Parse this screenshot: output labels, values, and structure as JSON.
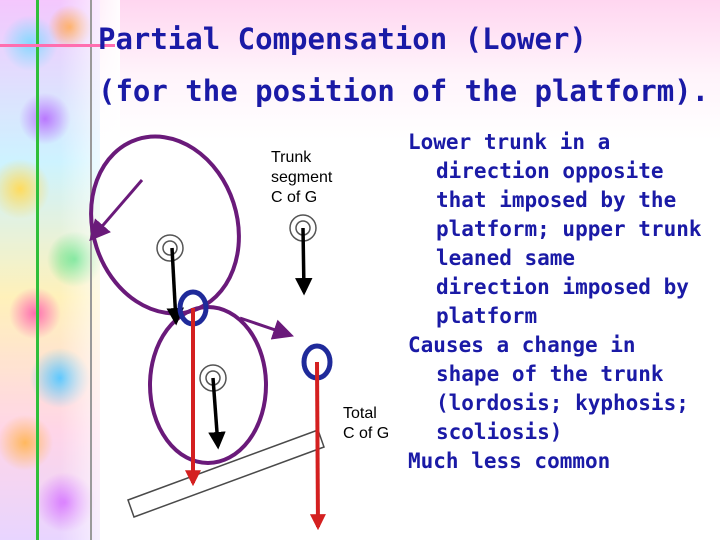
{
  "slide": {
    "title_line1": "Partial Compensation (Lower)",
    "title_line2": "(for the position of the platform).",
    "trunk_label": "Trunk\nsegment\nC of G",
    "total_label": "Total\nC of G",
    "body": [
      "Lower trunk in a\ndirection opposite\nthat imposed by the\nplatform; upper trunk\nleaned same\ndirection imposed by\nplatform",
      "Causes a change in\nshape of the trunk\n(lordosis; kyphosis;\nscoliosis)",
      "Much less common"
    ]
  },
  "colors": {
    "title": "#1a1aa6",
    "body_text": "#1a1aa6",
    "ellipse_stroke": "#6a1a7a",
    "cog_ring": "#1f2a9a",
    "red_arrow": "#d42020",
    "black_arrow": "#000000"
  }
}
